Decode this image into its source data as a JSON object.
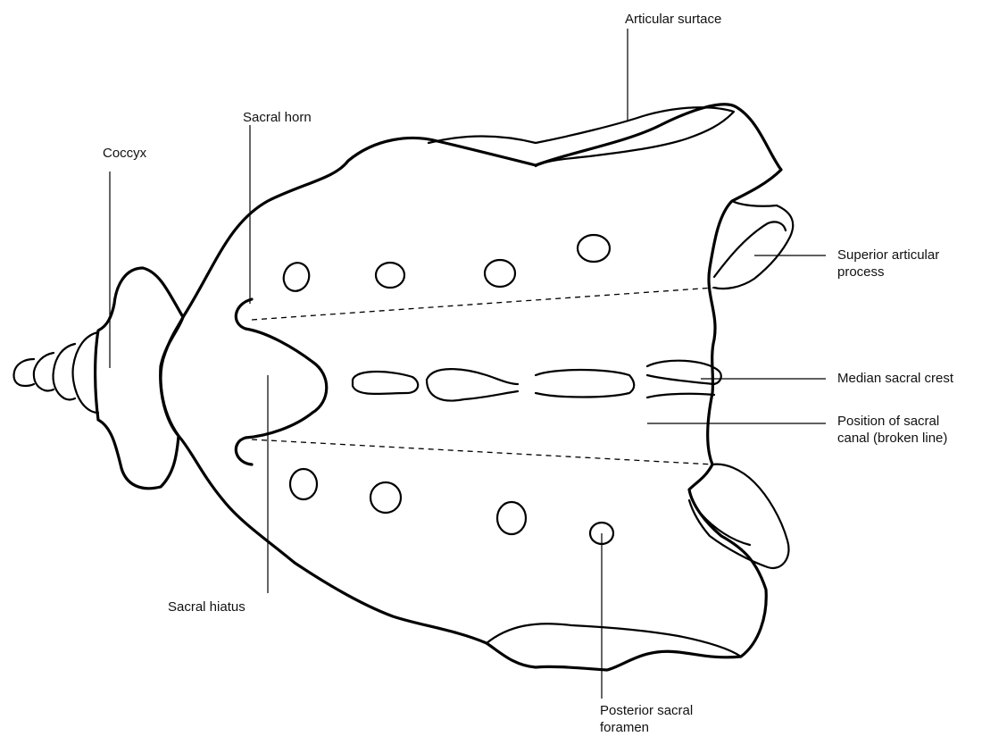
{
  "labels": {
    "articular_surface": "Articular surtace",
    "sacral_horn": "Sacral horn",
    "coccyx": "Coccyx",
    "superior_articular_process": [
      "Superior articular",
      "process"
    ],
    "median_sacral_crest": "Median sacral crest",
    "position_of_sacral_canal": [
      "Position of sacral",
      "canal (broken line)"
    ],
    "sacral_hiatus": "Sacral hiatus",
    "posterior_sacral_foramen": [
      "Posterior sacral",
      "foramen"
    ]
  },
  "colors": {
    "line": "#000000",
    "background": "#ffffff"
  }
}
